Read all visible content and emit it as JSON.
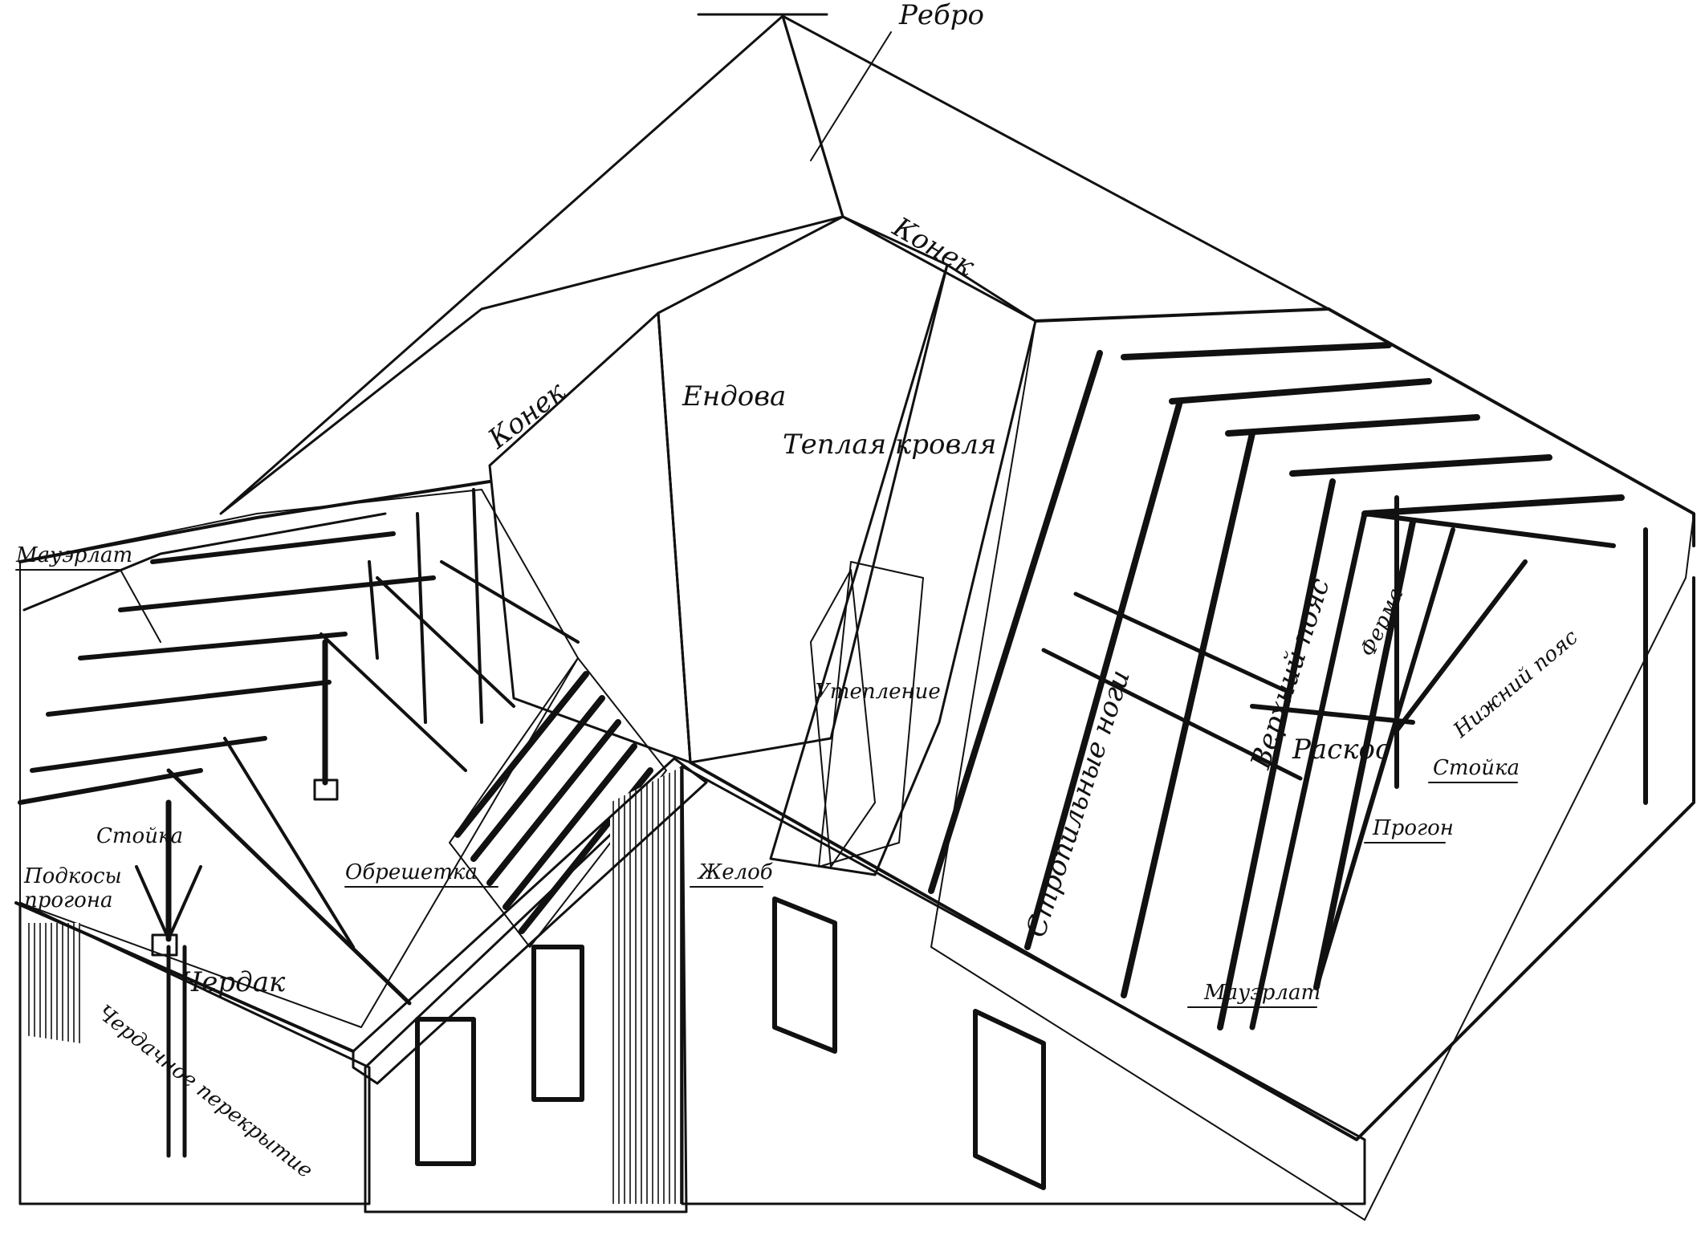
{
  "labels": {
    "rebro": "Ребро",
    "konek_top": "Конек",
    "konek_left": "Конек",
    "endova": "Ендова",
    "teplaya_krovlya": "Теплая кровля",
    "utteplenie": "Утепление",
    "mauerlat_left": "Мауэрлат",
    "stoika_left": "Стойка",
    "podkosy_line1": "Подкосы",
    "podkosy_line2": "прогона",
    "obreshetka": "Обрешетка",
    "cherdak": "Чердак",
    "cherdachnoe_perekrytie": "Чердачное перекрытие",
    "zhelob": "Желоб",
    "stropilnye_nogi": "Стропильные ноги",
    "verhnii_poyas": "Верхний пояс",
    "ferma": "Ферма",
    "nizhnii_poyas": "Нижний пояс",
    "raskos": "Раскос",
    "stoika_right": "Стойка",
    "progon": "Прогон",
    "mauerlat_right": "Мауэрлат"
  },
  "colors": {
    "ink": "#111111",
    "paper": "#ffffff"
  }
}
